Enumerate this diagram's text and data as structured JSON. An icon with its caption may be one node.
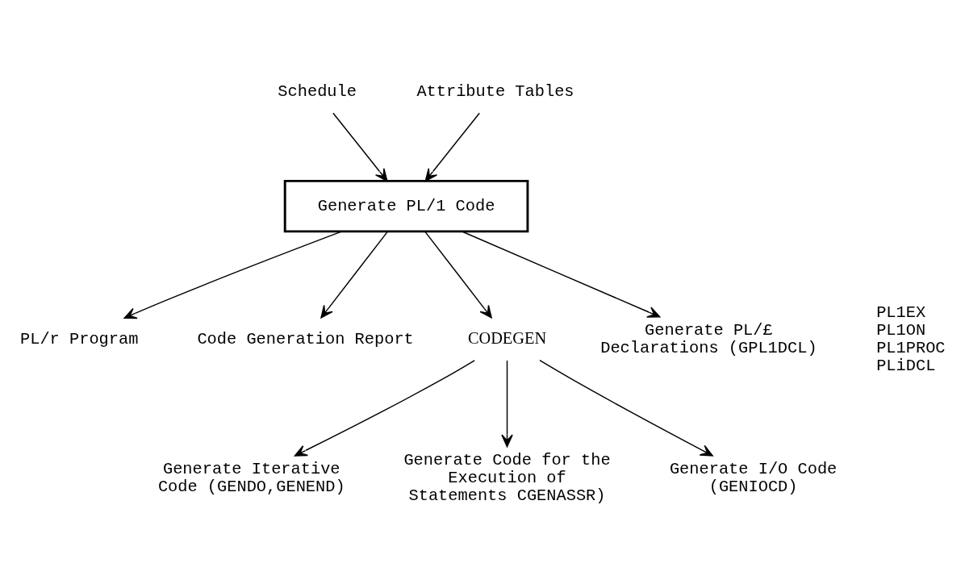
{
  "diagram": {
    "nodes": [
      {
        "text": [
          "Schedule"
        ]
      },
      {
        "text": [
          "Attribute Tables"
        ]
      },
      {
        "text": [
          "Generate PL/1 Code"
        ]
      },
      {
        "text": [
          "PL/r Program"
        ]
      },
      {
        "text": [
          "Code Generation Report"
        ]
      },
      {
        "text": [
          "CODEGEN"
        ]
      },
      {
        "text": [
          "Generate PL/£ Declarations (GPL1DCL)"
        ]
      },
      {
        "text": [
          "Generate Iterative Code (GENDO,GENEND)"
        ]
      },
      {
        "text": [
          "Generate Code for the Execution of Statements CGENASSR)"
        ]
      },
      {
        "text": [
          "Generate I/O Code (GENIOCD)"
        ]
      }
    ],
    "edges": [
      {
        "from": 0,
        "to": 2,
        "arrow": "to"
      },
      {
        "from": 1,
        "to": 2,
        "arrow": "to"
      },
      {
        "from": 2,
        "to": 3,
        "arrow": "to"
      },
      {
        "from": 2,
        "to": 4,
        "arrow": "to"
      },
      {
        "from": 2,
        "to": 5,
        "arrow": "to"
      },
      {
        "from": 2,
        "to": 6,
        "arrow": "to"
      },
      {
        "from": 5,
        "to": 7,
        "arrow": "to"
      },
      {
        "from": 5,
        "to": 8,
        "arrow": "to"
      },
      {
        "from": 5,
        "to": 9,
        "arrow": "to"
      }
    ],
    "labels": [
      "PL1EX",
      "PL1ON",
      "PL1PROC",
      "PLiDCL"
    ]
  }
}
